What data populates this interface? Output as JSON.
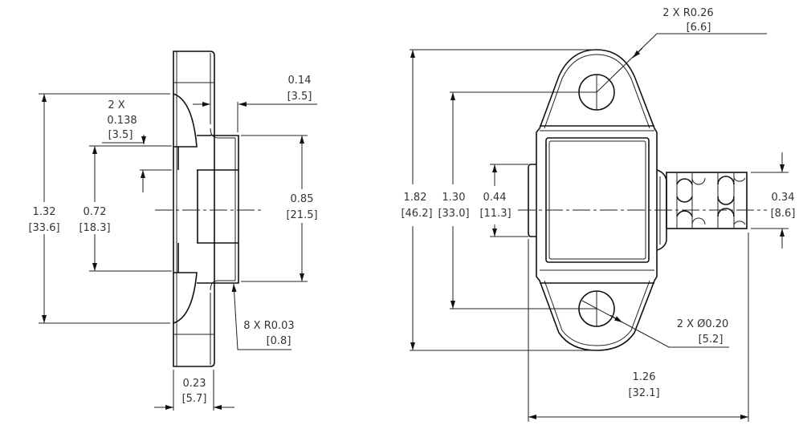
{
  "drawing": {
    "side_view": {
      "overall_height": {
        "in": "1.32",
        "mm": "[33.6]"
      },
      "slot_height": {
        "in": "0.72",
        "mm": "[18.3]"
      },
      "boss_height": {
        "in": "0.85",
        "mm": "[21.5]"
      },
      "flange_thickness": {
        "in": "0.23",
        "mm": "[5.7]"
      },
      "boss_depth": {
        "in": "0.14",
        "mm": "[3.5]"
      },
      "step": {
        "qty": "2 X",
        "in": "0.138",
        "mm": "[3.5]"
      },
      "fillet": {
        "in": "8 X R0.03",
        "mm": "[0.8]"
      }
    },
    "front_view": {
      "overall_height": {
        "in": "1.82",
        "mm": "[46.2]"
      },
      "hole_spacing": {
        "in": "1.30",
        "mm": "[33.0]"
      },
      "tab_height": {
        "in": "0.44",
        "mm": "[11.3]"
      },
      "connector_height": {
        "in": "0.34",
        "mm": "[8.6]"
      },
      "overall_width": {
        "in": "1.26",
        "mm": "[32.1]"
      },
      "lobe_radius": {
        "in": "2 X R0.26",
        "mm": "[6.6]"
      },
      "hole_diameter": {
        "in": "2 X Ø0.20",
        "mm": "[5.2]"
      }
    }
  }
}
